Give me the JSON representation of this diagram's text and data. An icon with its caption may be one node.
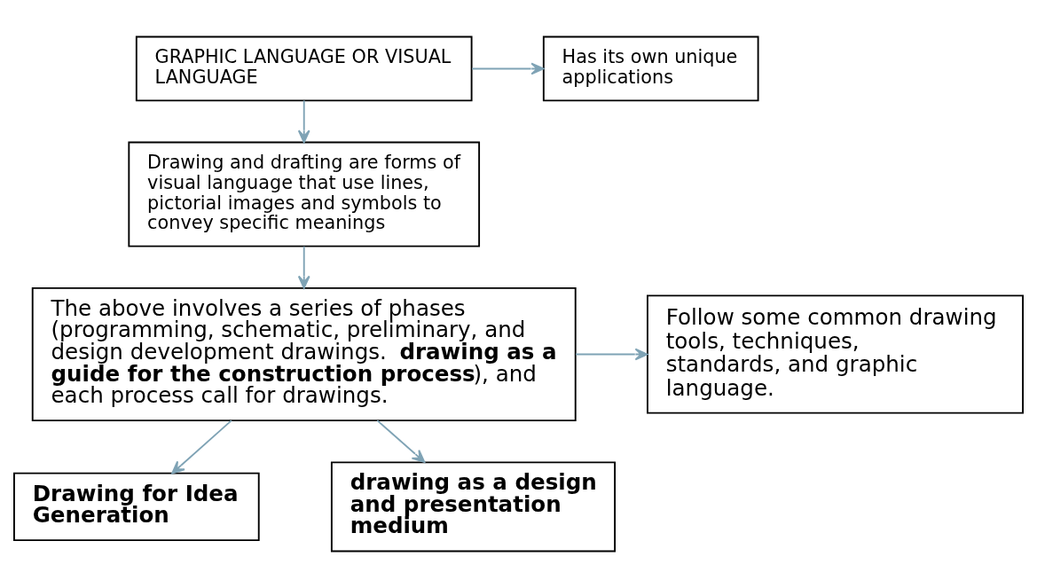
{
  "diagram": {
    "nodes": [
      {
        "text": [
          "GRAPHIC LANGUAGE OR VISUAL LANGUAGE"
        ]
      },
      {
        "text": [
          "Has its own unique applications"
        ]
      },
      {
        "text": [
          "Drawing and drafting are forms of visual language that use lines, pictorial images and symbols to convey specific meanings"
        ]
      },
      {
        "text": [
          "The above involves a series of phases (programming, schematic, preliminary, and design development drawings. **drawing as a guide for the construction process**), and each process call for drawings."
        ]
      },
      {
        "text": [
          "Follow some common drawing tools, techniques, standards, and graphic language."
        ]
      },
      {
        "text": [
          "Drawing for Idea Generation"
        ]
      },
      {
        "text": [
          "drawing as a design and presentation medium"
        ]
      }
    ],
    "edges": [
      {
        "from": 0,
        "to": 1,
        "arrow": "to"
      },
      {
        "from": 0,
        "to": 2,
        "arrow": "to"
      },
      {
        "from": 2,
        "to": 3,
        "arrow": "to"
      },
      {
        "from": 3,
        "to": 4,
        "arrow": "to"
      },
      {
        "from": 3,
        "to": 5,
        "arrow": "to"
      },
      {
        "from": 3,
        "to": 6,
        "arrow": "to"
      }
    ]
  }
}
